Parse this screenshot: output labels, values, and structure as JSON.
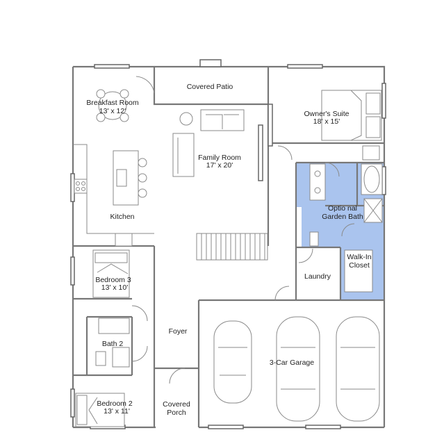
{
  "rooms": {
    "covered_patio": {
      "name": "Covered Patio"
    },
    "breakfast_room": {
      "name": "Breakfast Room",
      "size": "13' x 12'"
    },
    "family_room": {
      "name": "Family Room",
      "size": "17' x 20'"
    },
    "owners_suite": {
      "name": "Owner's Suite",
      "size": "18' x 15'"
    },
    "kitchen": {
      "name": "Kitchen"
    },
    "garden_bath": {
      "line1": "Optio nal",
      "line2": "Garden Bath"
    },
    "walk_in_closet": {
      "line1": "Walk-In",
      "line2": "Closet"
    },
    "bedroom_3": {
      "name": "Bedroom 3",
      "size": "13' x 10'"
    },
    "laundry": {
      "name": "Laundry"
    },
    "foyer": {
      "name": "Foyer"
    },
    "bath_2": {
      "name": "Bath 2"
    },
    "garage": {
      "name": "3-Car Garage"
    },
    "bedroom_2": {
      "name": "Bedroom 2",
      "size": "13' x 11'"
    },
    "covered_porch": {
      "line1": "Covered",
      "line2": "Porch"
    }
  },
  "colors": {
    "highlight": "#aac4ee",
    "wall": "#777777"
  }
}
